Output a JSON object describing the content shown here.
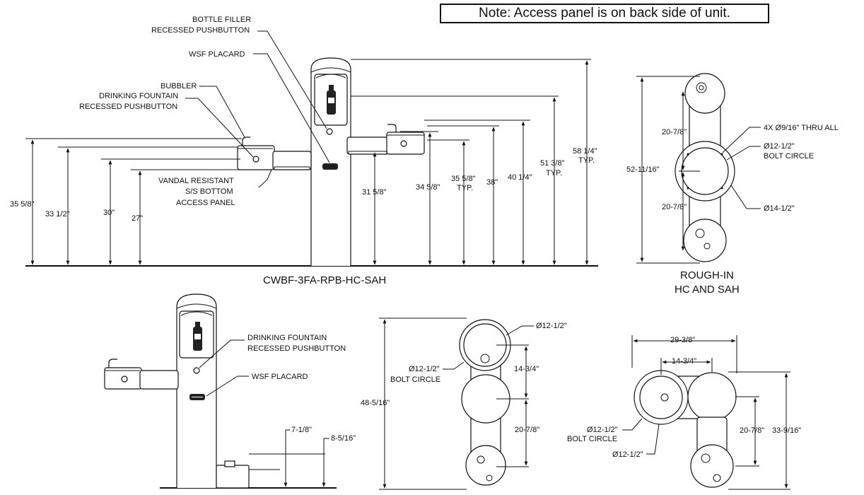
{
  "note": "Note: Access panel is on back side of unit.",
  "model_label": "CWBF-3FA-RPB-HC-SAH",
  "rough_in_title": [
    "ROUGH-IN",
    "HC AND SAH"
  ],
  "callouts": {
    "bottle_filler": [
      "BOTTLE FILLER",
      "RECESSED PUSHBUTTON"
    ],
    "wsf_placard": "WSF PLACARD",
    "bubbler": "BUBBLER",
    "drinking_fountain": [
      "DRINKING FOUNTAIN",
      "RECESSED PUSHBUTTON"
    ],
    "vandal_panel": [
      "VANDAL RESISTANT",
      "S/S BOTTOM",
      "ACCESS PANEL"
    ],
    "drinking_fountain_2": [
      "DRINKING FOUNTAIN",
      "RECESSED PUSHBUTTON"
    ],
    "wsf_placard_2": "WSF PLACARD"
  },
  "elevation_dims": {
    "d1": "35 5/8\"",
    "d2": "33 1/2\"",
    "d3": "30\"",
    "d4": "27\"",
    "d5": "31 5/8\"",
    "d6": "34 5/8\"",
    "d7": [
      "35 5/8\"",
      "TYP."
    ],
    "d8": "38\"",
    "d9": "40 1/4\"",
    "d10": [
      "51 3/8\"",
      "TYP."
    ],
    "d11": [
      "58 1/4\"",
      "TYP."
    ]
  },
  "rough_in_dims": {
    "upper": "20-7/8\"",
    "lower": "20-7/8\"",
    "overall": "52-11/16\"",
    "holes": "4X Ø9/16\" THRU ALL",
    "bolt_circle": [
      "Ø12-1/2\"",
      "BOLT CIRCLE"
    ],
    "flange": "Ø14-1/2\""
  },
  "side_dims": {
    "a": "7-1/8\"",
    "b": "8-5/16\""
  },
  "plan_a_dims": {
    "overall": "48-5/16\"",
    "top_circle": "Ø12-1/2\"",
    "bolt_circle": [
      "Ø12-1/2\"",
      "BOLT CIRCLE"
    ],
    "upper": "14-3/4\"",
    "lower": "20-7/8\""
  },
  "plan_b_dims": {
    "width": "29-3/8\"",
    "spacing": "14-3/4\"",
    "bolt_circle": [
      "Ø12-1/2\"",
      "BOLT CIRCLE"
    ],
    "circle": "Ø12-1/2\"",
    "depth": "20-7/8\"",
    "overall": "33-9/16\""
  }
}
